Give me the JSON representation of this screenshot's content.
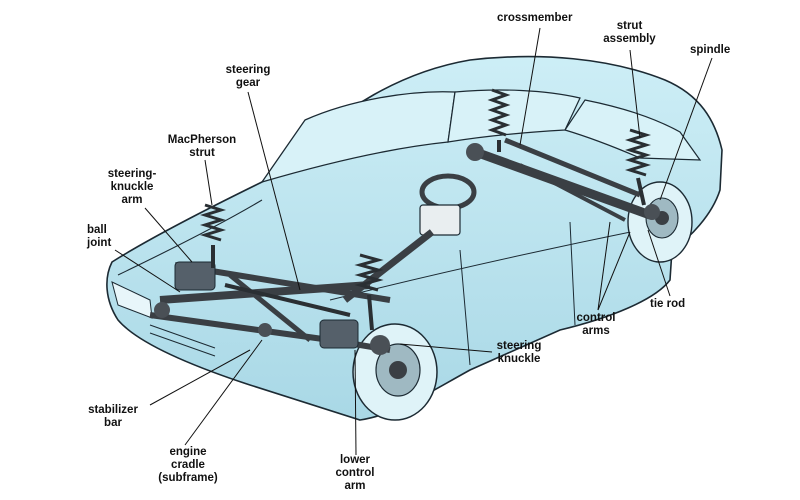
{
  "labels": {
    "crossmember": "crossmember",
    "strut_assembly": "strut\nassembly",
    "spindle": "spindle",
    "steering_gear": "steering\ngear",
    "macpherson_strut": "MacPherson\nstrut",
    "steering_knuckle_arm": "steering-\nknuckle\narm",
    "ball_joint": "ball\njoint",
    "tie_rod": "tie rod",
    "control_arms": "control\narms",
    "steering_knuckle": "steering\nknuckle",
    "stabilizer_bar": "stabilizer\nbar",
    "engine_cradle": "engine\ncradle\n(subframe)",
    "lower_control_arm": "lower\ncontrol\narm"
  },
  "colors": {
    "body_fill": "#bfe6f0",
    "outline": "#1c2a33",
    "mechanical": "#3a3f44",
    "leader": "#111111"
  }
}
